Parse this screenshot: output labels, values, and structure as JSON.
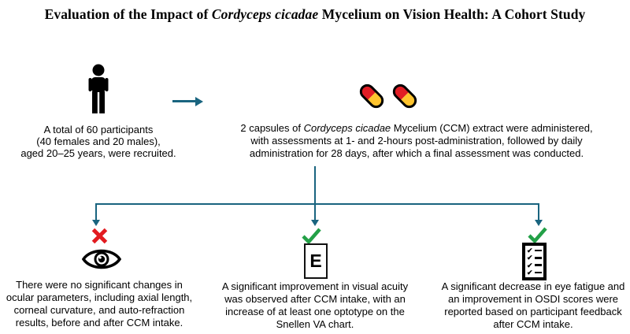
{
  "colors": {
    "connector": "#19647F",
    "positive": "#23A047",
    "negative": "#E21B20",
    "capsule_red": "#E11D25",
    "capsule_yellow": "#FFC42E"
  },
  "title": {
    "pre": "Evaluation of the Impact of ",
    "italic": "Cordyceps cicadae",
    "post": " Mycelium on Vision Health: A Cohort Study"
  },
  "recruitment": {
    "icon": "person-icon",
    "lines": [
      "A total of 60 participants",
      "(40 females and 20 males),",
      "aged 20–25 years, were recruited."
    ]
  },
  "flow": {
    "icon": "right-arrow-icon"
  },
  "administration": {
    "icon": "capsules-icon",
    "line1_pre": "2 capsules of ",
    "line1_italic": "Cordyceps cicadae",
    "line1_post": " Mycelium (CCM) extract were administered,",
    "line2": "with assessments at 1- and 2-hours post-administration, followed by daily",
    "line3": "administration for 28 days, after which a final assessment was conducted."
  },
  "outcomes": [
    {
      "result": "negative",
      "mark": "x-mark",
      "icon": "eye-icon",
      "lines": [
        "There were no significant changes in",
        "ocular parameters, including axial length,",
        "corneal curvature, and auto-refraction",
        "results, before and after CCM intake."
      ]
    },
    {
      "result": "positive",
      "mark": "check-mark",
      "icon": "snellen-chart-icon",
      "snellen_letter": "E",
      "lines": [
        "A significant improvement in visual acuity",
        "was observed after CCM intake, with an",
        "increase of at least one optotype on the",
        "Snellen VA chart."
      ]
    },
    {
      "result": "positive",
      "mark": "check-mark",
      "icon": "checklist-icon",
      "lines": [
        "A significant decrease in eye fatigue and",
        "an improvement in OSDI scores were",
        "reported based on participant feedback",
        "after CCM intake."
      ]
    }
  ]
}
